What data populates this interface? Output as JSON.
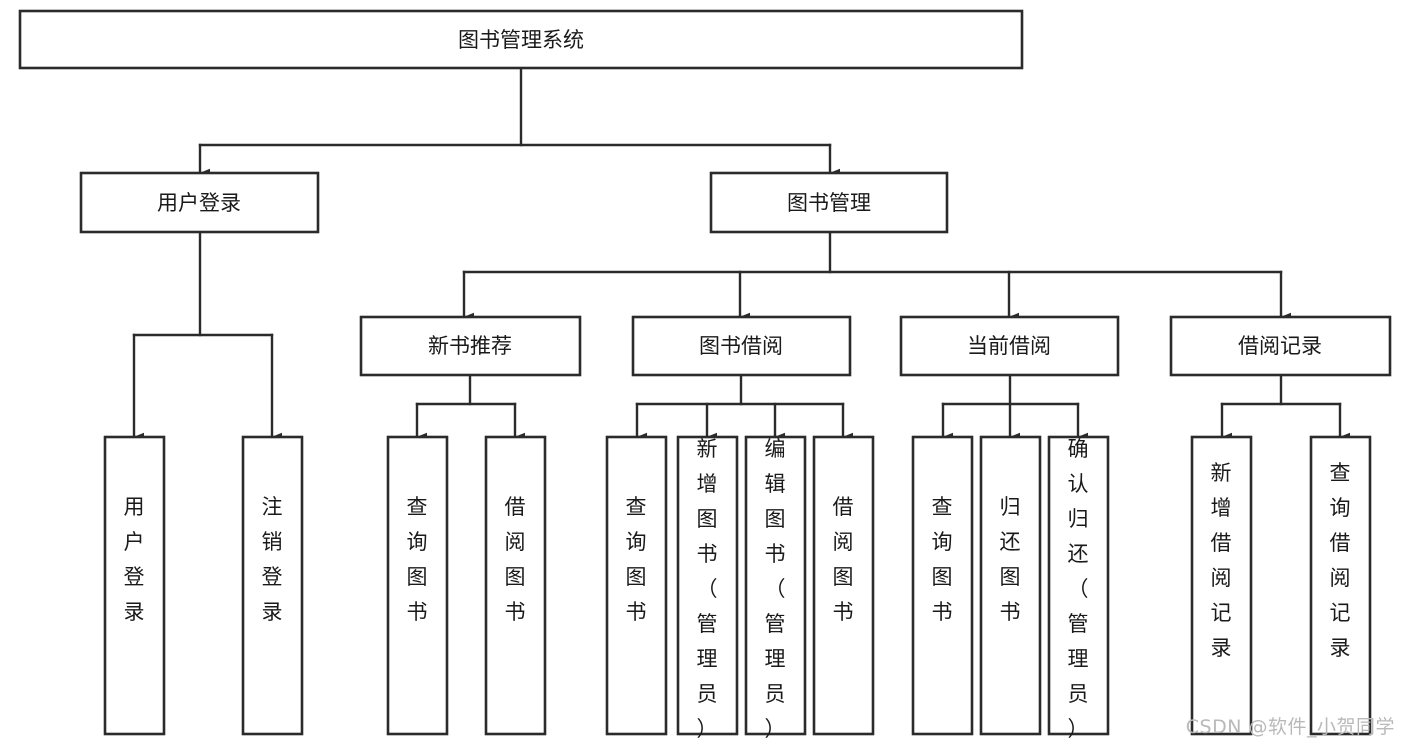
{
  "diagram": {
    "title": "图书管理系统",
    "type": "tree-hierarchy",
    "watermark": "CSDN @软件_小贺同学",
    "colors": {
      "box_stroke": "#2b2b2b",
      "box_fill": "#ffffff",
      "text": "#1a1a1a",
      "edge": "#2b2b2b",
      "watermark": "#b9b9b9",
      "background": "#ffffff"
    },
    "root": {
      "id": "root",
      "label": "图书管理系统"
    },
    "level2": [
      {
        "id": "user-login",
        "label": "用户登录"
      },
      {
        "id": "book-management",
        "label": "图书管理"
      }
    ],
    "level3": [
      {
        "id": "new-book-recommend",
        "label": "新书推荐",
        "parent": "book-management"
      },
      {
        "id": "book-borrow",
        "label": "图书借阅",
        "parent": "book-management"
      },
      {
        "id": "current-borrow",
        "label": "当前借阅",
        "parent": "book-management"
      },
      {
        "id": "borrow-record",
        "label": "借阅记录",
        "parent": "book-management"
      }
    ],
    "leaves": [
      {
        "id": "leaf-user-login",
        "label": "用户登录",
        "parent": "user-login"
      },
      {
        "id": "leaf-user-logout",
        "label": "注销登录",
        "parent": "user-login"
      },
      {
        "id": "leaf-query-book-1",
        "label": "查询图书",
        "parent": "new-book-recommend"
      },
      {
        "id": "leaf-borrow-book-1",
        "label": "借阅图书",
        "parent": "new-book-recommend"
      },
      {
        "id": "leaf-query-book-2",
        "label": "查询图书",
        "parent": "book-borrow"
      },
      {
        "id": "leaf-add-book",
        "label": "新增图书（管理员）",
        "parent": "book-borrow"
      },
      {
        "id": "leaf-edit-book",
        "label": "编辑图书（管理员）",
        "parent": "book-borrow"
      },
      {
        "id": "leaf-borrow-book-2",
        "label": "借阅图书",
        "parent": "book-borrow"
      },
      {
        "id": "leaf-query-book-3",
        "label": "查询图书",
        "parent": "current-borrow"
      },
      {
        "id": "leaf-return-book",
        "label": "归还图书",
        "parent": "current-borrow"
      },
      {
        "id": "leaf-confirm-return",
        "label": "确认归还（管理员）",
        "parent": "current-borrow"
      },
      {
        "id": "leaf-add-record",
        "label": "新增借阅记录",
        "parent": "borrow-record"
      },
      {
        "id": "leaf-query-record",
        "label": "查询借阅记录",
        "parent": "borrow-record"
      }
    ]
  }
}
